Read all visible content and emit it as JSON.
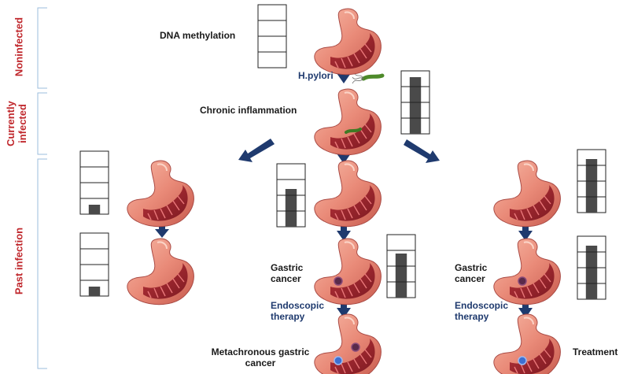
{
  "side_labels": {
    "noninfected": "Noninfected",
    "currently_infected_line1": "Currently",
    "currently_infected_line2": "infected",
    "past_infection": "Past infection"
  },
  "labels": {
    "dna_methylation": "DNA methylation",
    "h_pylori": "H.pylori",
    "chronic_inflammation": "Chronic inflammation",
    "gastric": "Gastric",
    "cancer": "cancer",
    "endoscopic": "Endoscopic",
    "therapy": "therapy",
    "metachronous_line1": "Metachronous gastric",
    "metachronous_line2": "cancer",
    "treatment": "Treatment"
  },
  "methylation_levels": [
    {
      "id": "noninfected",
      "level": 0.0
    },
    {
      "id": "currently-infected",
      "level": 0.9
    },
    {
      "id": "past-left-top",
      "level": 0.15
    },
    {
      "id": "past-left-bottom",
      "level": 0.15
    },
    {
      "id": "past-center",
      "level": 0.6
    },
    {
      "id": "center-gastric-cancer",
      "level": 0.7
    },
    {
      "id": "past-right-top",
      "level": 0.85
    },
    {
      "id": "right-gastric-cancer",
      "level": 0.85
    }
  ],
  "colors": {
    "arrow": "#1f3a6e",
    "side_label": "#c0282d",
    "bar_fill": "#4a4a4a"
  }
}
